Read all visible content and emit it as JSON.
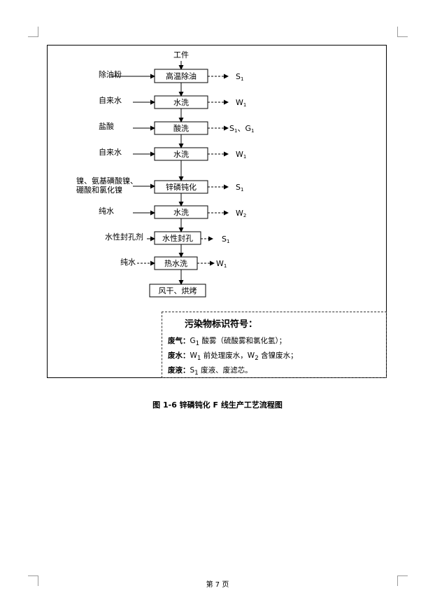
{
  "diagram": {
    "input_top": "工件",
    "steps": [
      "高温除油",
      "水洗",
      "酸洗",
      "水洗",
      "锌磷钝化",
      "水洗",
      "水性封孔",
      "热水洗",
      "风干、烘烤"
    ],
    "inputs": [
      "除油粉",
      "自来水",
      "盐酸",
      "自来水",
      "镍、氨基磺酸镍、",
      "硼酸和氯化镍",
      "纯水",
      "水性封孔剂",
      "纯水"
    ],
    "outputs": [
      {
        "main": "S",
        "sub": "1"
      },
      {
        "main": "W",
        "sub": "1"
      },
      {
        "main": "S",
        "sub": "1",
        "extra_main": "、G",
        "extra_sub": "1"
      },
      {
        "main": "W",
        "sub": "1"
      },
      {
        "main": "S",
        "sub": "1"
      },
      {
        "main": "W",
        "sub": "2"
      },
      {
        "main": "S",
        "sub": "1"
      },
      {
        "main": "W",
        "sub": "1"
      }
    ]
  },
  "legend": {
    "title": "污染物标识符号：",
    "gas_label": "废气：",
    "gas_text_a": "G",
    "gas_text_sub": "1",
    "gas_text_b": " 酸雾（硫酸雾和氯化氢）；",
    "water_label": "废水：",
    "water_text_a": "W",
    "water_sub_1": "1",
    "water_text_b": " 前处理废水，W",
    "water_sub_2": "2",
    "water_text_c": " 含镍废水；",
    "liquid_label": "废液：",
    "liquid_text_a": "S",
    "liquid_sub": "1",
    "liquid_text_b": " 废液、废滤芯。"
  },
  "caption": "图 1-6   锌磷钝化 F 线生产工艺流程图",
  "page_number": "第 7 页"
}
